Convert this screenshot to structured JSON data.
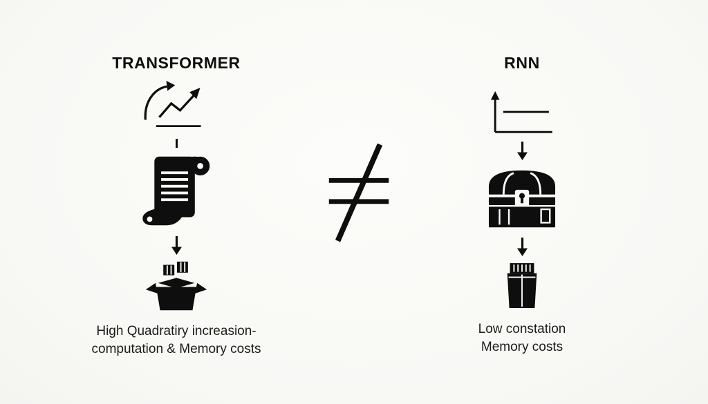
{
  "page": {
    "background_color": "#f9f9f6",
    "ink_color": "#0e0e0e"
  },
  "left": {
    "title": "TRANSFORMER",
    "caption": {
      "line1": "High Quadratiry increasion-",
      "line2": "computation & Memory costs"
    },
    "icons": [
      "growth-chart-icon",
      "scroll-icon",
      "down-arrow-icon",
      "open-box-icon"
    ]
  },
  "center": {
    "symbol": "not-equal-icon"
  },
  "right": {
    "title": "RNN",
    "caption": {
      "line1": "Low constation",
      "line2": "Memory costs"
    },
    "icons": [
      "flat-chart-icon",
      "down-arrow-icon",
      "treasure-chest-icon",
      "storage-box-icon"
    ]
  }
}
